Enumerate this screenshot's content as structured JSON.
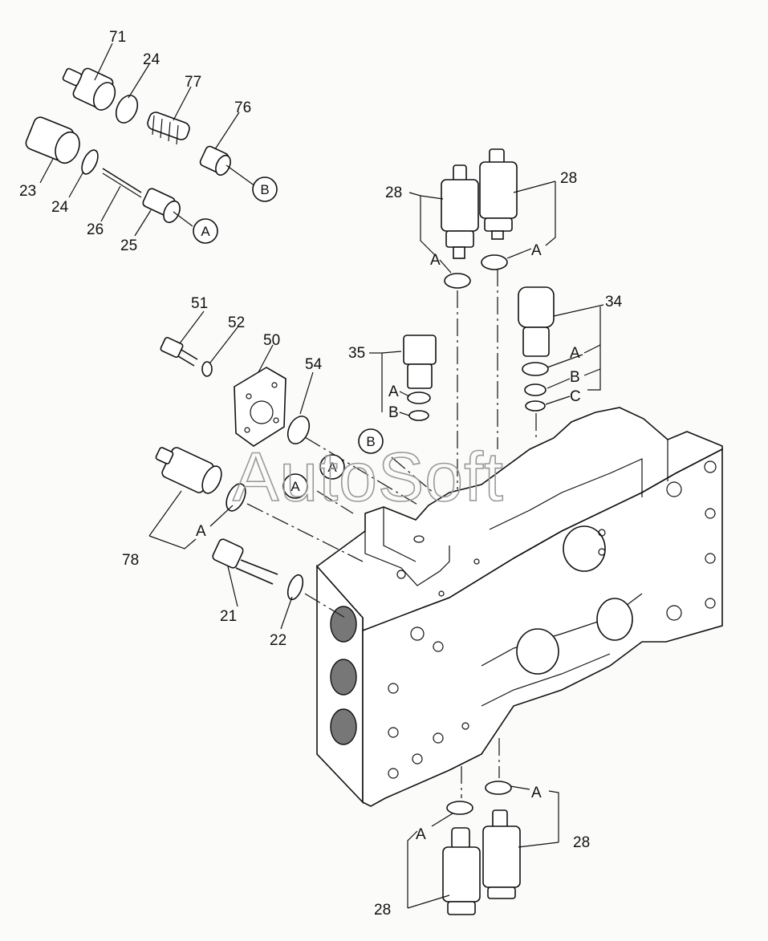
{
  "watermark": "AutoSoft",
  "labels": {
    "l71": "71",
    "l24a": "24",
    "l77": "77",
    "l76": "76",
    "l23": "23",
    "l24b": "24",
    "l26": "26",
    "l25": "25",
    "l28a": "28",
    "l28b": "28",
    "l34": "34",
    "l51": "51",
    "l52": "52",
    "l50": "50",
    "l54": "54",
    "l35": "35",
    "l78": "78",
    "l21": "21",
    "l22": "22",
    "l28c": "28",
    "l28d": "28"
  },
  "letters": {
    "a_top_left": "A",
    "a_top_right": "A",
    "a_34": "A",
    "b_34": "B",
    "c_34": "C",
    "a_35": "A",
    "b_35": "B",
    "a_78": "A",
    "a_bot_left": "A",
    "a_bot_right": "A"
  },
  "callouts": {
    "c_b_top": "B",
    "c_a_top": "A",
    "c_b_mid": "B",
    "c_a_mid1": "A",
    "c_a_mid2": "A"
  }
}
